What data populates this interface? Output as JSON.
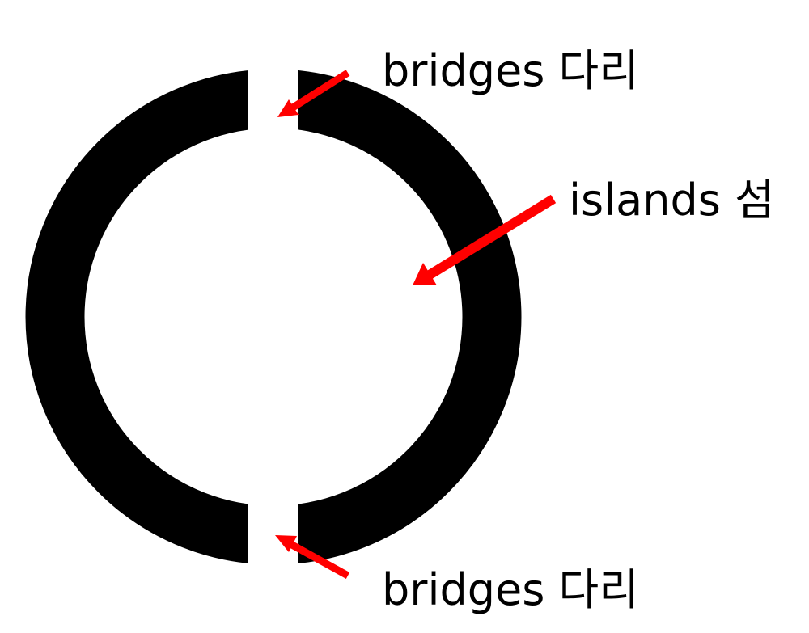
{
  "labels": {
    "bridge_top": "bridges 다리",
    "islands": "islands 섬",
    "bridge_bottom": "bridges 다리"
  },
  "colors": {
    "ring": "#000000",
    "arrow": "#ff0000",
    "background": "#ffffff"
  }
}
